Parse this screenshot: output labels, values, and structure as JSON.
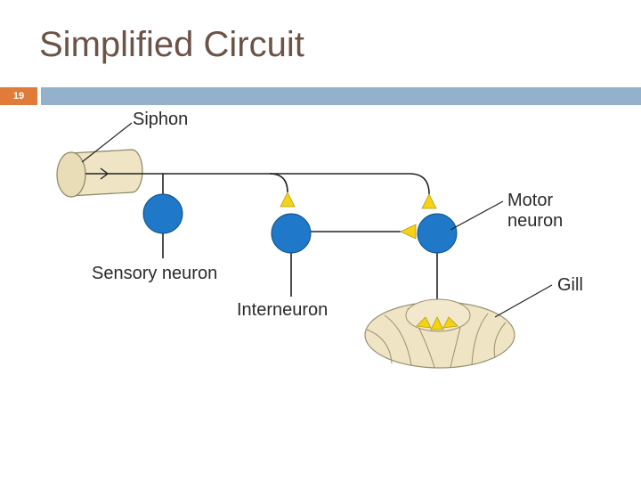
{
  "slide": {
    "title": "Simplified Circuit",
    "number": "19"
  },
  "diagram": {
    "labels": {
      "siphon": "Siphon",
      "sensory_neuron": "Sensory neuron",
      "interneuron": "Interneuron",
      "motor_neuron_line1": "Motor",
      "motor_neuron_line2": "neuron",
      "gill": "Gill"
    },
    "colors": {
      "neuron_fill": "#1f78c8",
      "synapse_fill": "#f5d214",
      "tissue_fill": "#efe5c4",
      "title_text": "#6b5347",
      "slide_number_bg": "#e07b39",
      "title_bar": "#93b1cb"
    }
  }
}
